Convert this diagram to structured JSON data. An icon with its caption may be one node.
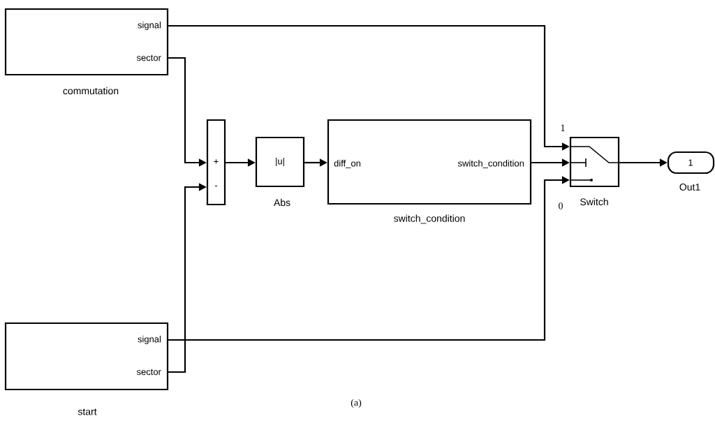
{
  "diagram": {
    "nodes": [
      {
        "text": [
          "signal",
          "sector"
        ],
        "beside": [
          "commutation"
        ]
      },
      {
        "text": [
          "signal",
          "sector"
        ],
        "beside": [
          "start"
        ]
      },
      {
        "text": [
          "+",
          "-"
        ]
      },
      {
        "text": [
          "|u|"
        ],
        "beside": [
          "Abs"
        ]
      },
      {
        "text": [
          "diff_on",
          "switch_condition"
        ],
        "beside": [
          "switch_condition"
        ]
      },
      {
        "text": [],
        "shape": "box",
        "beside": [
          "1",
          "0",
          "Switch"
        ]
      },
      {
        "text": [
          "1"
        ],
        "beside": [
          "Out1"
        ]
      }
    ],
    "edges": [
      {
        "from": 0,
        "to": 5,
        "arrow": "to"
      },
      {
        "from": 0,
        "to": 2,
        "arrow": "to"
      },
      {
        "from": 1,
        "to": 2,
        "arrow": "to"
      },
      {
        "from": 2,
        "to": 3,
        "arrow": "to"
      },
      {
        "from": 3,
        "to": 4,
        "arrow": "to"
      },
      {
        "from": 4,
        "to": 5,
        "arrow": "to"
      },
      {
        "from": 1,
        "to": 5,
        "arrow": "to"
      },
      {
        "from": 5,
        "to": 6,
        "arrow": "to"
      }
    ],
    "labels": [
      "(a)"
    ]
  }
}
